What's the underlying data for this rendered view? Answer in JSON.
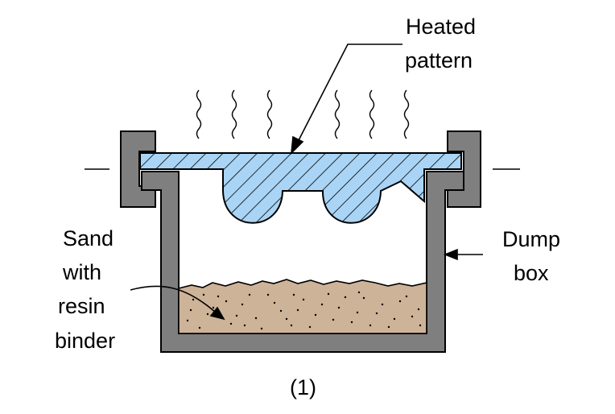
{
  "labels": {
    "heated_line1": "Heated",
    "heated_line2": "pattern",
    "sand_line1": "Sand",
    "sand_line2": "with",
    "sand_line3": "resin",
    "sand_line4": "binder",
    "dump_line1": "Dump",
    "dump_line2": "box",
    "step": "(1)"
  },
  "colors": {
    "pattern_fill": "#a9d4f5",
    "sand_fill": "#cdb398",
    "box_fill": "#7f7f7f",
    "outline": "#000000"
  }
}
